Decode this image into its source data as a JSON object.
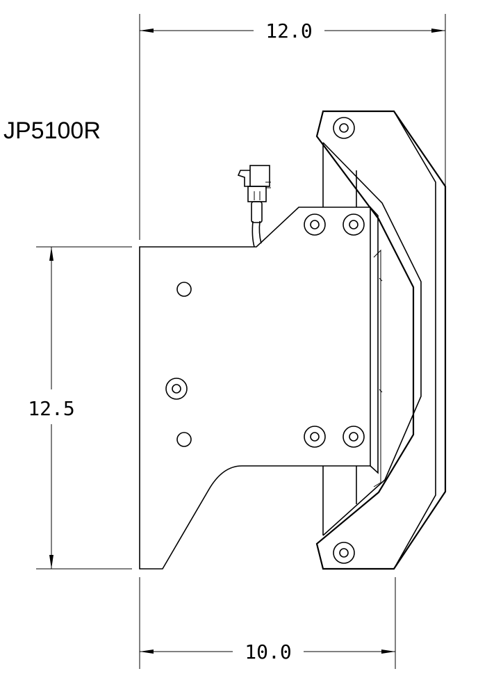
{
  "part_number": "JP5100R",
  "dimensions": {
    "width_top": "12.0",
    "height_left": "12.5",
    "width_bottom": "10.0"
  },
  "colors": {
    "line": "#000000",
    "background": "#ffffff"
  }
}
